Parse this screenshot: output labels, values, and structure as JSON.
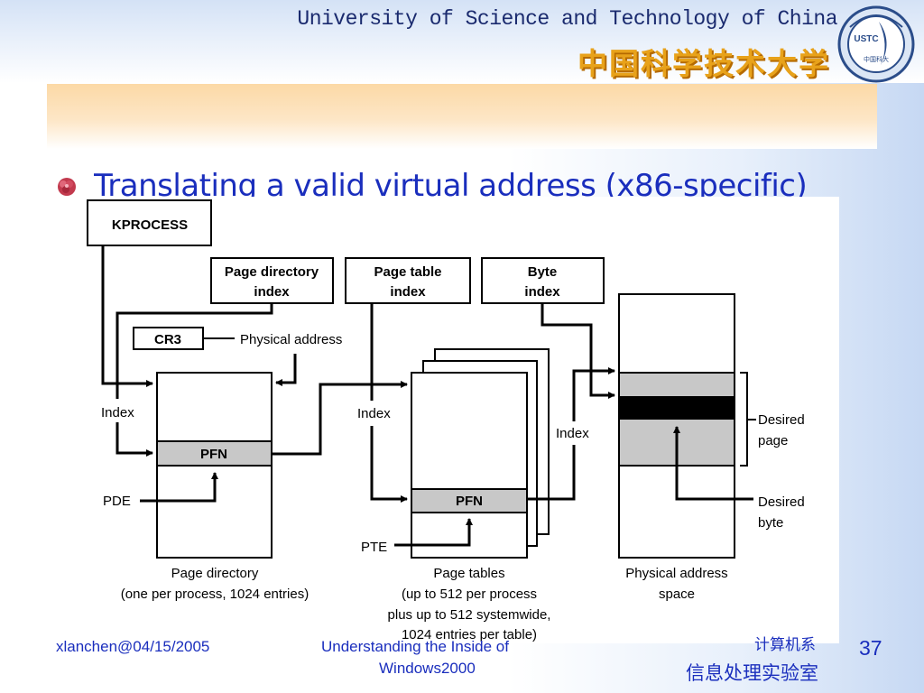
{
  "header": {
    "university_en": "University of Science and Technology of China",
    "university_cn": "中国科学技术大学",
    "logo_text": "USTC",
    "logo_subtext": "中国科大"
  },
  "slide": {
    "title": "Translating a valid virtual address (x86-specific)"
  },
  "diagram": {
    "kprocess": "KPROCESS",
    "pd_index": [
      "Page directory",
      "index"
    ],
    "pt_index": [
      "Page table",
      "index"
    ],
    "byte_index": [
      "Byte",
      "index"
    ],
    "cr3": "CR3",
    "physical_address": "Physical address",
    "index_1": "Index",
    "index_2": "Index",
    "index_3": "Index",
    "pfn_1": "PFN",
    "pfn_2": "PFN",
    "pde": "PDE",
    "pte": "PTE",
    "desired_page": [
      "Desired",
      "page"
    ],
    "desired_byte": [
      "Desired",
      "byte"
    ],
    "page_directory_caption": [
      "Page directory",
      "(one per process, 1024 entries)"
    ],
    "page_tables_caption": [
      "Page tables",
      "(up to 512 per process",
      "plus up to 512 systemwide,",
      "1024 entries per table)"
    ],
    "physical_space_caption": [
      "Physical address",
      "space"
    ]
  },
  "footer": {
    "author": "xlanchen@04/15/2005",
    "book_line1": "Understanding the Inside of",
    "book_line2": "Windows2000",
    "lab_line1": "计算机系",
    "lab_line2": "信息处理实验室",
    "page_number": "37"
  },
  "colors": {
    "title_text": "#1a2ebd",
    "header_blue": "#1a2a6e",
    "header_gold": "#e8a21a",
    "title_band": "#fcd9a6",
    "pfn_fill": "#c8c8c8"
  }
}
